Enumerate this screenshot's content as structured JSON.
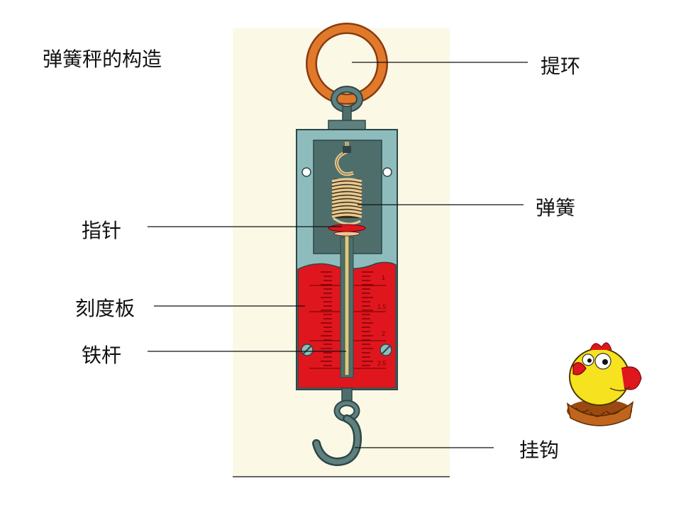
{
  "title": "弹簧秤的构造",
  "labels": {
    "ring": "提环",
    "spring": "弹簧",
    "pointer": "指针",
    "scale": "刻度板",
    "rod": "铁杆",
    "hook": "挂钩"
  },
  "scale_marks": [
    "1",
    "1.5",
    "2",
    "2.5"
  ],
  "colors": {
    "panel_bg": "#FBF8E5",
    "ring": "#E07A2A",
    "frame": "#8EBCBC",
    "inner": "#4E6E6C",
    "scale_plate": "#E0161E",
    "spring": "#E6C994",
    "metal": "#4E6E6C"
  },
  "icons": [
    "spring-scale-illustration",
    "chick-in-nest-icon"
  ]
}
